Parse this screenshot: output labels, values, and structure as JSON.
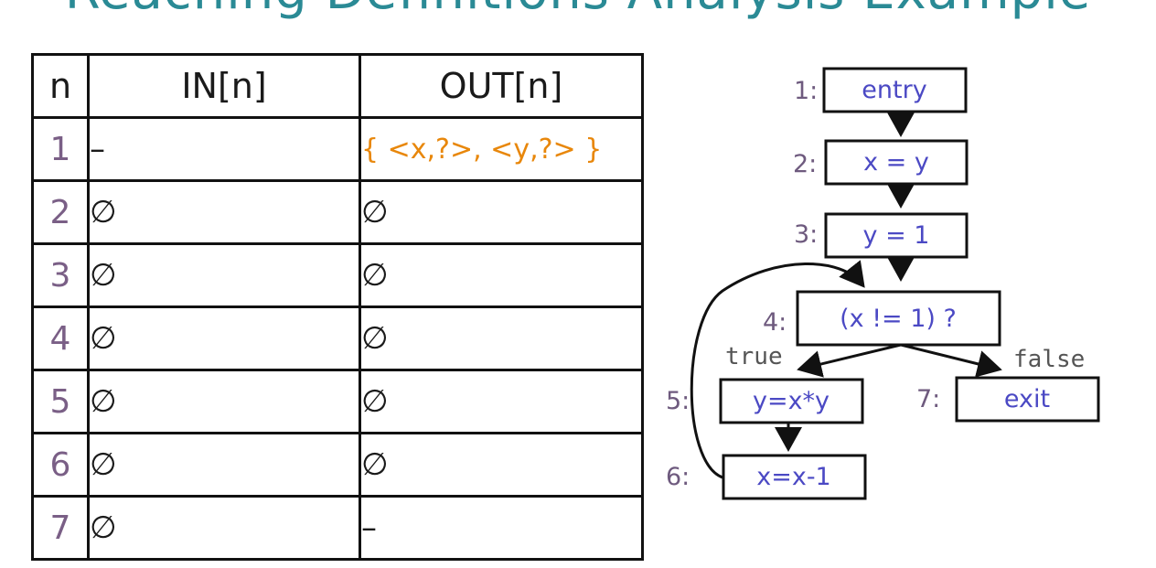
{
  "title": "Reaching Definitions Analysis Example",
  "table": {
    "headers": [
      "n",
      "IN[n]",
      "OUT[n]"
    ],
    "rows": [
      {
        "n": "1",
        "in": "–",
        "out": "{ <x,?>, <y,?> }"
      },
      {
        "n": "2",
        "in": "∅",
        "out": "∅"
      },
      {
        "n": "3",
        "in": "∅",
        "out": "∅"
      },
      {
        "n": "4",
        "in": "∅",
        "out": "∅"
      },
      {
        "n": "5",
        "in": "∅",
        "out": "∅"
      },
      {
        "n": "6",
        "in": "∅",
        "out": "∅"
      },
      {
        "n": "7",
        "in": "∅",
        "out": "–"
      }
    ]
  },
  "cfg": {
    "nodes": [
      {
        "label": "1:",
        "text": "entry"
      },
      {
        "label": "2:",
        "text": "x = y"
      },
      {
        "label": "3:",
        "text": "y = 1"
      },
      {
        "label": "4:",
        "text": "(x != 1) ?"
      },
      {
        "label": "5:",
        "text": "y=x*y"
      },
      {
        "label": "6:",
        "text": "x=x-1"
      },
      {
        "label": "7:",
        "text": "exit"
      }
    ],
    "edge_labels": {
      "true": "true",
      "false": "false"
    }
  },
  "colors": {
    "title": "#2a8a95",
    "node_text": "#4b49c4",
    "node_label": "#6e5a7e",
    "highlight": "#e8870b"
  }
}
